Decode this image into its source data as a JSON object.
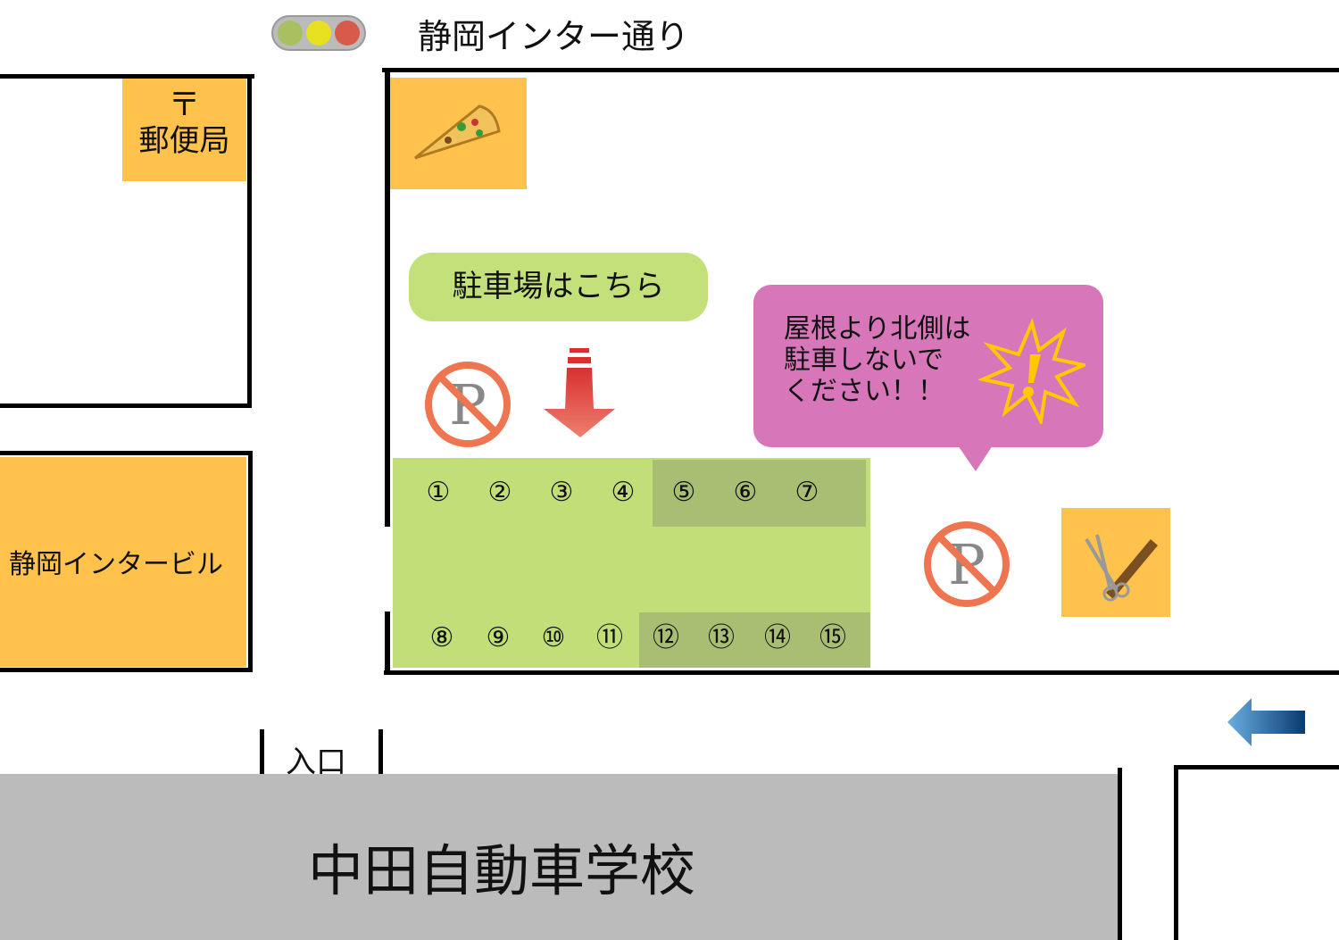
{
  "road_name": "静岡インター通り",
  "post_office": {
    "symbol": "〒",
    "label": "郵便局"
  },
  "building_left": "静岡インタービル",
  "parking_sign": "駐車場はこちら",
  "warning": {
    "lines": [
      "屋根より北側は",
      "駐車しないで",
      "ください！！"
    ]
  },
  "spaces_row1": [
    "①",
    "②",
    "③",
    "④",
    "⑤",
    "⑥",
    "⑦"
  ],
  "spaces_row2": [
    "⑧",
    "⑨",
    "⑩",
    "⑪",
    "⑫",
    "⑬",
    "⑭",
    "⑮"
  ],
  "entrance": "入口",
  "school": "中田自動車学校",
  "colors": {
    "orange": "#FFC34D",
    "lot": "#C1DE78",
    "lot_roof": "#A8BE72",
    "bubble": "#D776B9",
    "band": "#BBBBBB"
  }
}
